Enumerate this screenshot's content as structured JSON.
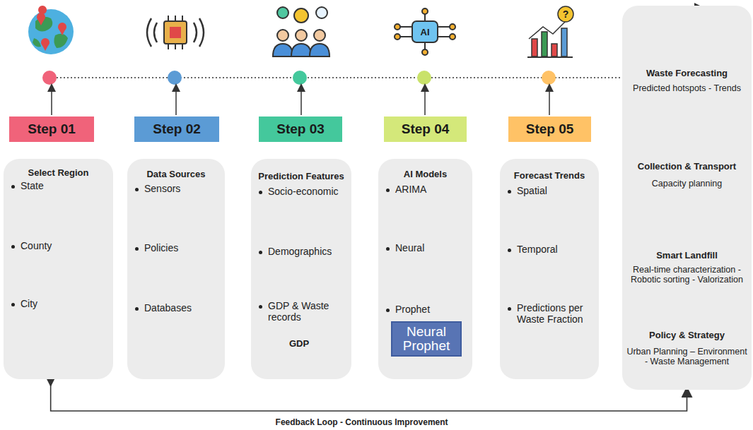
{
  "diagram": {
    "nodes": [
      {
        "text": [
          "Step 01"
        ]
      },
      {
        "text": [
          "Select Region",
          "State",
          "County",
          "City"
        ]
      },
      {
        "text": [
          "Step 02"
        ]
      },
      {
        "text": [
          "Data Sources",
          "Sensors",
          "Policies",
          "Databases"
        ]
      },
      {
        "text": [
          "Step 03"
        ]
      },
      {
        "text": [
          "Prediction Features",
          "Socio-economic",
          "Demographics",
          "GDP & Waste records"
        ]
      },
      {
        "text": [
          "Step 04"
        ]
      },
      {
        "text": [
          "AI Models",
          "ARIMA",
          "Neural",
          "Prophet",
          "Neural Prophet"
        ]
      },
      {
        "text": [
          "Step 05"
        ]
      },
      {
        "text": [
          "Forecast Trends",
          "Spatial",
          "Temporal",
          "Predictions per Waste Fraction"
        ]
      },
      {
        "text": [
          "Waste Forecasting",
          "Predicted hotspots - Trends",
          "Collection & Transport",
          "Capacity planning",
          "Smart Landfill",
          "Real-time characterization - Robotic sorting - Valorization",
          "Policy & Strategy",
          "Urban Planning – Environment - Waste Management"
        ]
      }
    ],
    "edges": [
      {
        "from": 1,
        "to": 10,
        "arrow": "both",
        "label": "Feedback Loop - Continuous Improvement"
      }
    ],
    "labels": [
      "AI",
      "GDP",
      "?"
    ]
  }
}
